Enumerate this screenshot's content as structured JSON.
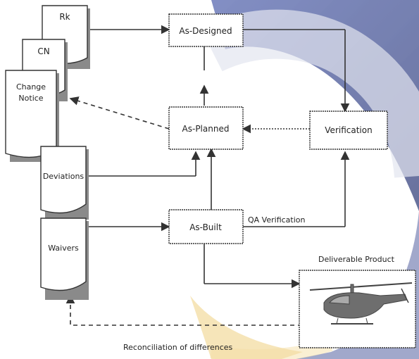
{
  "documents": {
    "rk": "Rk",
    "cn": "CN",
    "change_notice_line1": "Change",
    "change_notice_line2": "Notice",
    "deviations": "Deviations",
    "waivers": "Waivers"
  },
  "states": {
    "as_designed": "As-Designed",
    "as_planned": "As-Planned",
    "as_built": "As-Built",
    "verification": "Verification"
  },
  "labels": {
    "qa_verification": "QA Verification",
    "deliverable_product": "Deliverable Product",
    "reconciliation": "Reconciliation of differences"
  },
  "colors": {
    "stroke": "#333333",
    "watermark_blue": "#2f3f8f",
    "watermark_gold": "#e2b43a",
    "doc_shadow": "#8a8a8a",
    "helicopter": "#6e6e6e"
  },
  "icons": {
    "product": "helicopter-icon",
    "watermark": "e-logo-watermark"
  }
}
